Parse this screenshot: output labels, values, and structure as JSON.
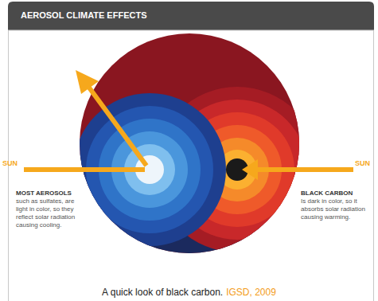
{
  "diagram": {
    "title": "AEROSOL CLIMATE EFFECTS",
    "caption": "A quick look of black carbon.",
    "labels": [
      "SUN",
      "SUN",
      "MOST AEROSOLS",
      "such as sulfates, are light in color, so they reflect solar radiation causing cooling.",
      "BLACK CARBON",
      "Is dark in color, so it absorbs solar radiation causing warming.",
      "IGSD, 2009"
    ]
  }
}
